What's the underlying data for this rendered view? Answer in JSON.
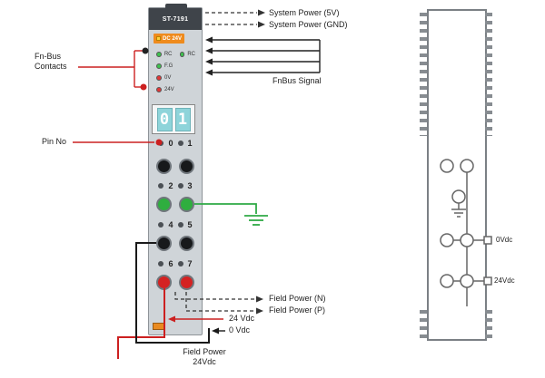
{
  "colors": {
    "accent_red": "#cc2020",
    "ground_green": "#2faa46",
    "module_gray": "#cfd4d8",
    "cap_dark": "#3f444a",
    "display_teal": "#8ed4da",
    "power_label_orange": "#ef8b1d",
    "led_green": "#3ec14e",
    "led_red": "#e23737",
    "terminal_red": "#d42222",
    "terminal_green": "#2fae3f"
  },
  "module": {
    "model": "ST-7191",
    "power_label": "DC 24V",
    "leds": [
      {
        "label": "RC",
        "color": "green"
      },
      {
        "label": "RC",
        "color": "green"
      },
      {
        "label": "F.G",
        "color": "green"
      },
      {
        "label": "0V",
        "color": "red"
      },
      {
        "label": "24V",
        "color": "red"
      }
    ],
    "display_digits": [
      "0",
      "1"
    ],
    "pin_rows": [
      {
        "left": "0",
        "right": "1"
      },
      {
        "left": "2",
        "right": "3"
      },
      {
        "left": "4",
        "right": "5"
      },
      {
        "left": "6",
        "right": "7"
      }
    ],
    "terminal_colors": [
      "black",
      "green",
      "black",
      "red"
    ]
  },
  "annotations": {
    "system_power_5v": "System Power (5V)",
    "system_power_gnd": "System Power (GND)",
    "fnbus_signal": "FnBus Signal",
    "fnbus_contacts_line1": "Fn-Bus",
    "fnbus_contacts_line2": "Contacts",
    "pin_no": "Pin No",
    "field_power_n": "Field Power (N)",
    "field_power_p": "Field Power (P)",
    "v24": "24 Vdc",
    "v0": "0 Vdc",
    "field_power_line1": "Field Power",
    "field_power_line2": "24Vdc"
  },
  "side_view": {
    "label_0vdc": "0Vdc",
    "label_24vdc": "24Vdc"
  }
}
